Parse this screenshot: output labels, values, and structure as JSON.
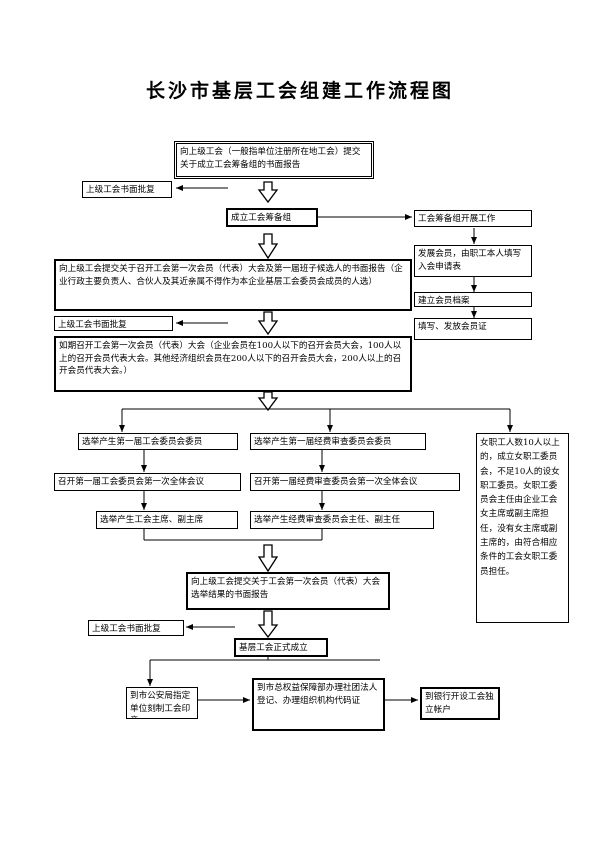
{
  "title": "长沙市基层工会组建工作流程图",
  "nodes": {
    "report_to_superior": "向上级工会（一般指单位注册所在地工会）提交关于成立工会筹备组的书面报告",
    "superior_approval_1": "上级工会书面批复",
    "prep_group": "成立工会筹备组",
    "prep_work": "工会筹备组开展工作",
    "recruit_members": "发展会员，由职工本人填写入会申请表",
    "member_files": "建立会员档案",
    "member_cards": "填写、发放会员证",
    "candidates_report": "向上级工会提交关于召开工会第一次会员（代表）大会及第一届班子候选人的书面报告（企业行政主要负责人、合伙人及其近亲属不得作为本企业基层工会委员会成员的人选）",
    "superior_approval_2": "上级工会书面批复",
    "first_congress": "如期召开工会第一次会员（代表）大会（企业会员在100人以下的召开会员大会，100人以上的召开会员代表大会。其他经济组织会员在200人以下的召开会员大会，200人以上的召开会员代表大会。）",
    "elect_committee": "选举产生第一届工会委员会委员",
    "elect_audit": "选举产生第一届经费审查委员会委员",
    "committee_meeting": "召开第一届工会委员会第一次全体会议",
    "audit_meeting": "召开第一届经费审查委员会第一次全体会议",
    "elect_chair": "选举产生工会主席、副主席",
    "elect_audit_chair": "选举产生经费审查委员会主任、副主任",
    "women_committee": "女职工人数10人以上的，成立女职工委员会，不足10人的设女职工委员。女职工委员会主任由企业工会女主席或副主席担任，没有女主席或副主席的，由符合相应条件的工会女职工委员担任。",
    "result_report": "向上级工会提交关于工会第一次会员（代表）大会选举结果的书面报告",
    "superior_approval_3": "上级工会书面批复",
    "union_established": "基层工会正式成立",
    "police_seal": "到市公安局指定单位刻制工会印章",
    "civil_registration": "到市总权益保障部办理社团法人登记、办理组织机构代码证",
    "bank_account": "到银行开设工会独立帐户"
  }
}
